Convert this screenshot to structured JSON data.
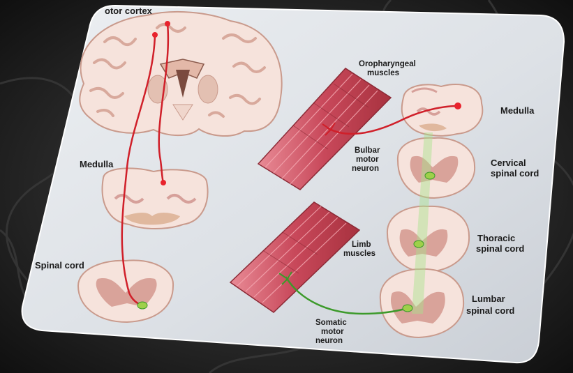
{
  "labels": {
    "motor_cortex": "otor cortex",
    "medulla_left": "Medulla",
    "spinal_cord_left": "Spinal cord",
    "oropharyngeal_line1": "Oropharyngeal",
    "oropharyngeal_line2": "muscles",
    "medulla_right": "Medulla",
    "bulbar_line1": "Bulbar",
    "bulbar_line2": "motor",
    "bulbar_line3": "neuron",
    "cervical_line1": "Cervical",
    "cervical_line2": "spinal cord",
    "thoracic_line1": "Thoracic",
    "thoracic_line2": "spinal cord",
    "limb_line1": "Limb",
    "limb_line2": "muscles",
    "lumbar_line1": "Lumbar",
    "lumbar_line2": "spinal cord",
    "somatic_line1": "Somatic",
    "somatic_line2": "motor",
    "somatic_line3": "neuron"
  },
  "colors": {
    "background": "#1c1c1c",
    "card": "#dfe3e8",
    "tissue": "#f6e3dc",
    "tissue_outline": "#c99a8c",
    "grey_matter": "#d9a39a",
    "upper_motor_neuron": "#d0202a",
    "lower_motor_neuron": "#3c9a2a",
    "muscle": "#c8485a"
  }
}
